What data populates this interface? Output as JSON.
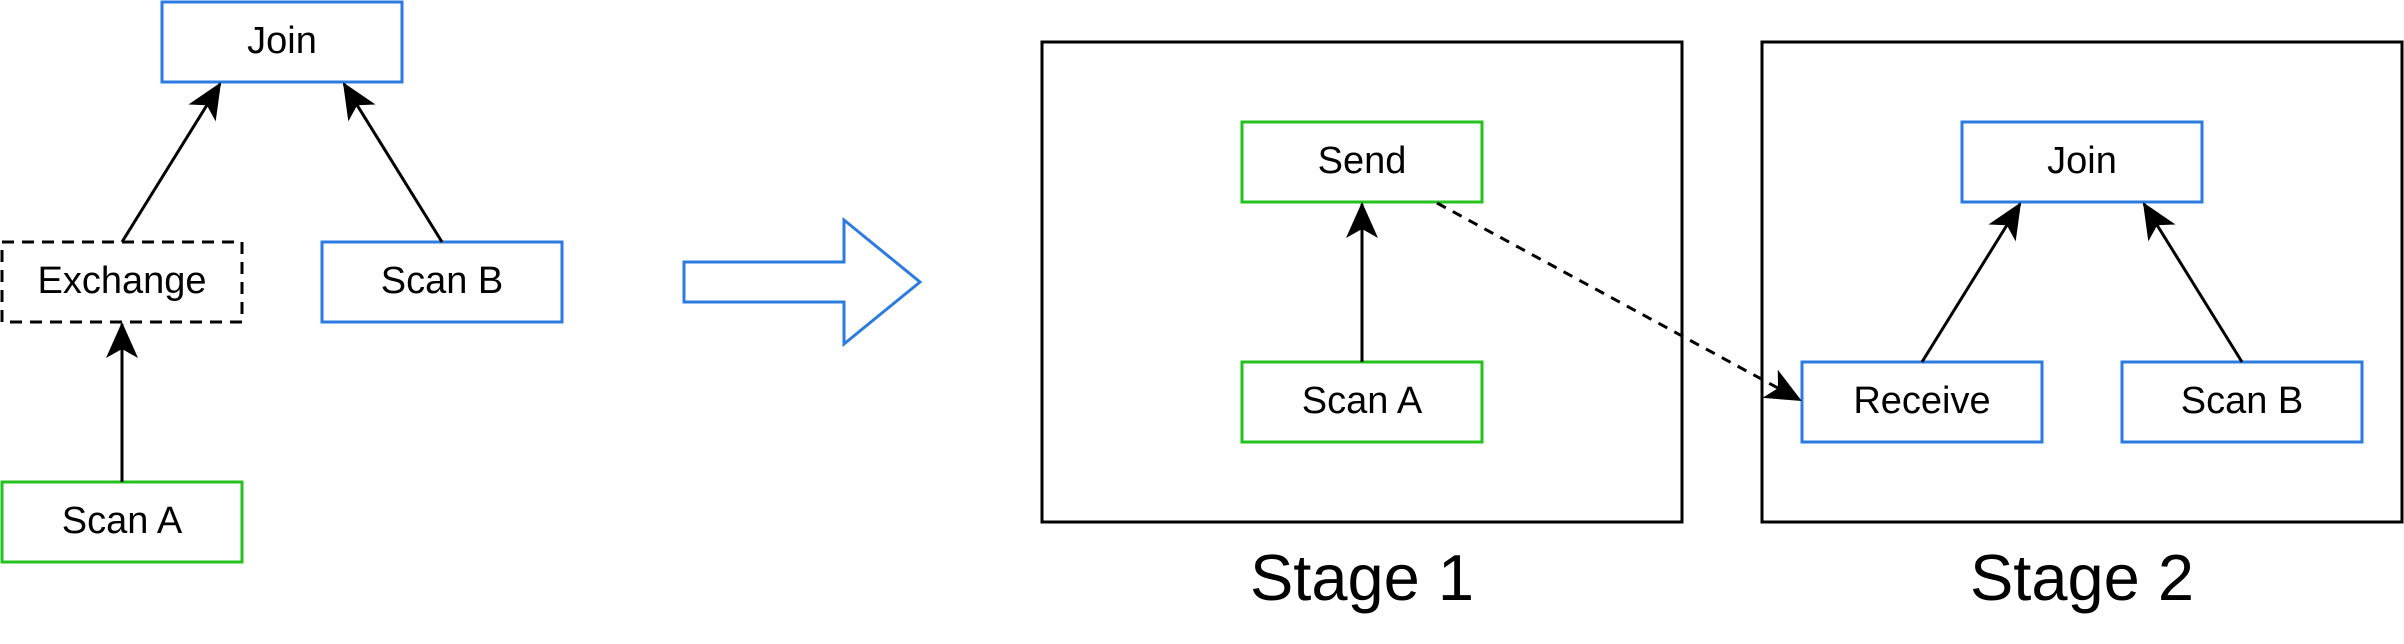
{
  "colors": {
    "blue": "#2e7be0",
    "green": "#23c21f",
    "black": "#000000",
    "white": "#ffffff"
  },
  "before": {
    "join": "Join",
    "exchange": "Exchange",
    "scan_a": "Scan A",
    "scan_b": "Scan B"
  },
  "stage1": {
    "label": "Stage 1",
    "send": "Send",
    "scan_a": "Scan A"
  },
  "stage2": {
    "label": "Stage 2",
    "join": "Join",
    "receive": "Receive",
    "scan_b": "Scan B"
  }
}
